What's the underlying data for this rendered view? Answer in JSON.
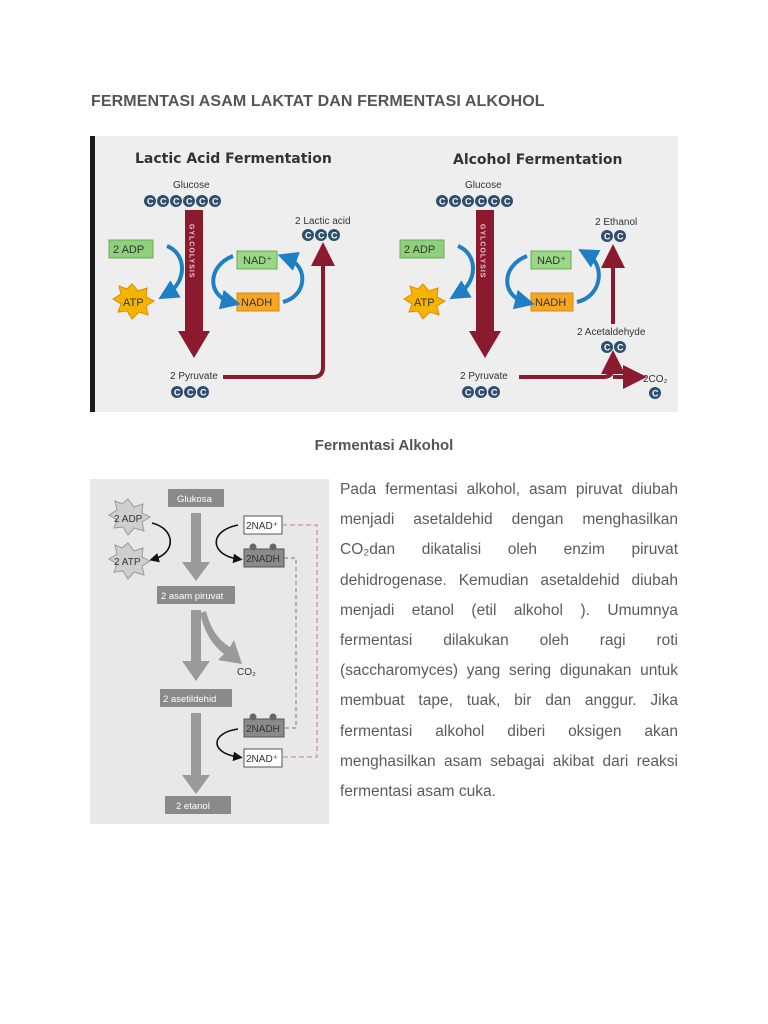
{
  "title": "FERMENTASI ASAM LAKTAT DAN FERMENTASI ALKOHOL",
  "figure1": {
    "lactic": {
      "heading": "Lactic Acid Fermentation",
      "glucose": "Glucose",
      "glycolysis": "GYLCOLYSIS",
      "adp": "2 ADP",
      "atp": "ATP",
      "nad": "NAD⁺",
      "nadh": "NADH",
      "pyruvate": "2 Pyruvate",
      "product": "2 Lactic acid"
    },
    "alcohol": {
      "heading": "Alcohol Fermentation",
      "glucose": "Glucose",
      "glycolysis": "GYLCOLYSIS",
      "adp": "2 ADP",
      "atp": "ATP",
      "nad": "NAD⁺",
      "nadh": "NADH",
      "pyruvate": "2 Pyruvate",
      "acetaldehyde": "2 Acetaldehyde",
      "product": "2 Ethanol",
      "co2": "2CO₂"
    },
    "carbon_letter": "C",
    "colors": {
      "carbon": "#2f4f6e",
      "arrow_red": "#8b1a2e",
      "arrow_blue": "#1f7fc4",
      "adp_green": "#8fd07a",
      "nad_green": "#9ad886",
      "nadh_orange": "#f5a623",
      "atp_yellow": "#f4b400"
    }
  },
  "subtitle": "Fermentasi Alkohol",
  "figure2": {
    "glukosa": "Glukosa",
    "adp": "2 ADP",
    "atp": "2 ATP",
    "nad_top": "2NAD⁺",
    "nadh_top": "2NADH",
    "asam_piruvat": "2 asam piruvat",
    "co2": "CO₂",
    "asetildehid": "2 asetildehid",
    "nadh_bottom": "2NADH",
    "nad_bottom": "2NAD⁺",
    "etanol": "2 etanol"
  },
  "paragraph": "Pada fermentasi alkohol, asam piruvat diubah menjadi asetaldehid dengan menghasilkan CO₂dan dikatalisi oleh enzim piruvat dehidrogenase. Kemudian asetaldehid diubah menjadi etanol (etil alkohol ). Umumnya fermentasi dilakukan oleh ragi roti (saccharomyces) yang sering digunakan untuk membuat tape, tuak, bir dan anggur. Jika fermentasi alkohol diberi oksigen akan menghasilkan asam sebagai akibat dari reaksi fermentasi asam cuka."
}
